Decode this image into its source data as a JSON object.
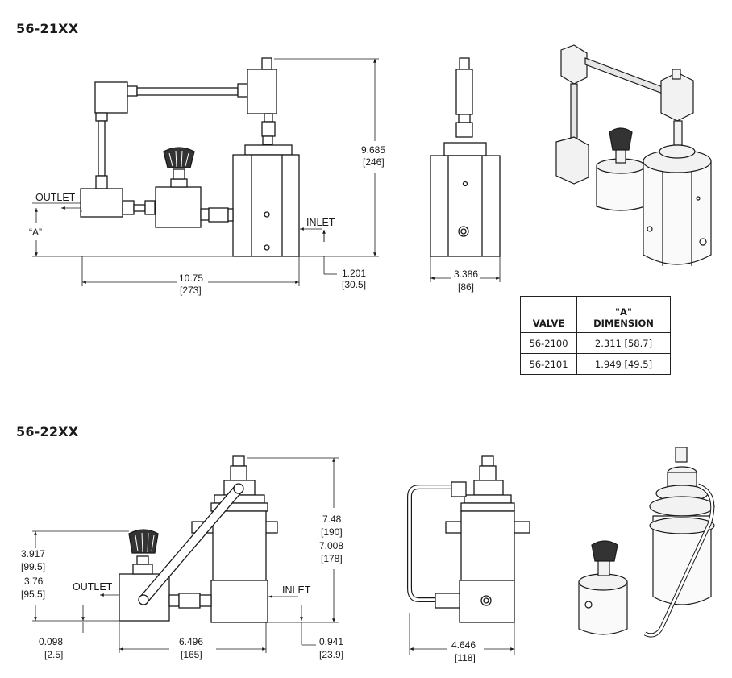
{
  "sections": {
    "top_title": "56-21XX",
    "bottom_title": "56-22XX"
  },
  "top_labels": {
    "outlet": "OUTLET",
    "inlet": "INLET",
    "a_dim": "“A”",
    "height_in": "9.685",
    "height_mm": "[246]",
    "width_in": "10.75",
    "width_mm": "[273]",
    "inlet_in": "1.201",
    "inlet_mm": "[30.5]",
    "side_in": "3.386",
    "side_mm": "[86]"
  },
  "table": {
    "headers": [
      "VALVE",
      "\"A\"",
      "DIMENSION"
    ],
    "rows": [
      {
        "valve": "56-2100",
        "dimension": "2.311 [58.7]"
      },
      {
        "valve": "56-2101",
        "dimension": "1.949 [49.5]"
      }
    ]
  },
  "bottom_labels": {
    "outlet": "OUTLET",
    "inlet": "INLET",
    "h1_in": "3.917",
    "h1_mm": "[99.5]",
    "h2_in": "3.76",
    "h2_mm": "[95.5]",
    "total1_in": "7.48",
    "total1_mm": "[190]",
    "total2_in": "7.008",
    "total2_mm": "[178]",
    "base_in": "0.098",
    "base_mm": "[2.5]",
    "width_in": "6.496",
    "width_mm": "[165]",
    "inlet_in": "0.941",
    "inlet_mm": "[23.9]",
    "side_in": "4.646",
    "side_mm": "[118]"
  }
}
